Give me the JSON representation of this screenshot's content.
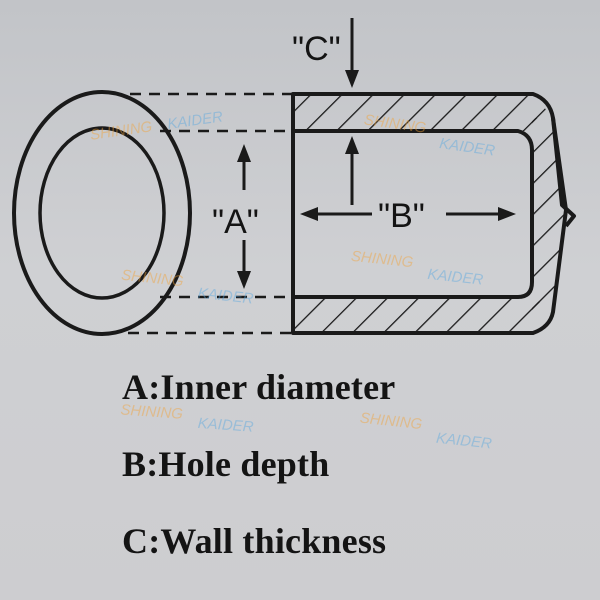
{
  "diagram": {
    "label_a": "\"A\"",
    "label_b": "\"B\"",
    "label_c": "\"C\""
  },
  "legend": {
    "line_a": "A:Inner diameter",
    "line_b": "B:Hole depth",
    "line_c": "C:Wall thickness"
  },
  "watermark": {
    "part1": "SHINING",
    "part2": "KAIDER"
  },
  "colors": {
    "ink": "#141414",
    "paper": "#c9cacd",
    "watermark_orange": "#f2a33a",
    "watermark_blue": "#5aa8e0"
  }
}
